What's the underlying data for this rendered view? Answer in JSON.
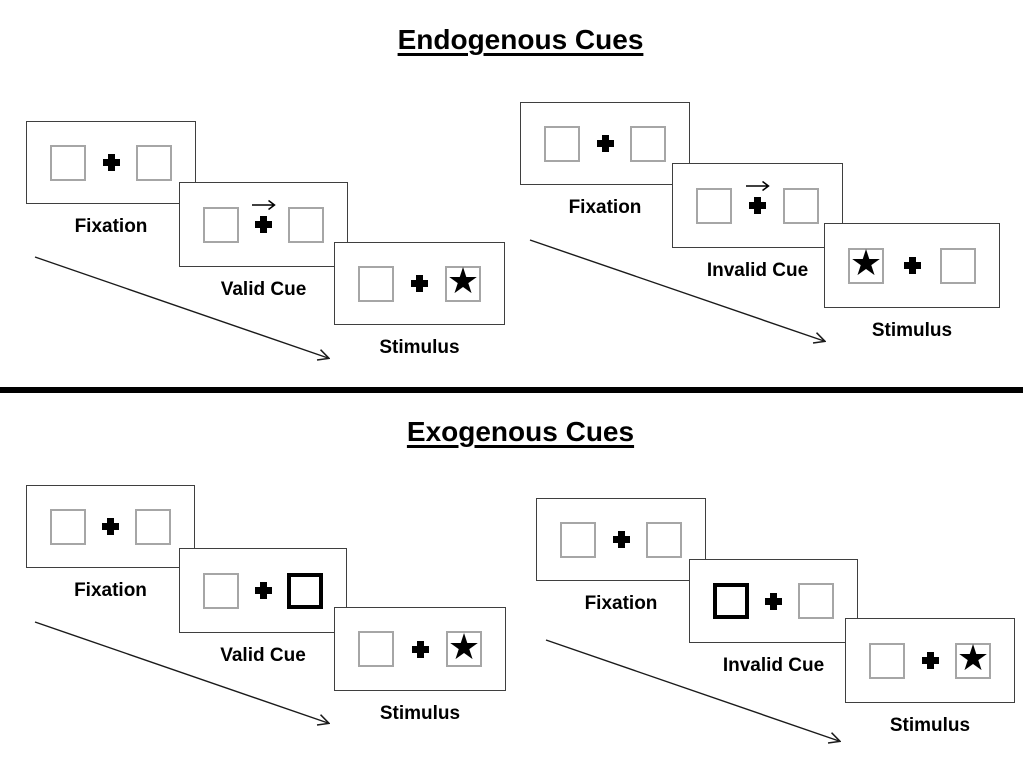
{
  "figure": {
    "description_labels": {
      "fixation": "Fixation",
      "valid_cue": "Valid Cue",
      "invalid_cue": "Invalid Cue",
      "stimulus": "Stimulus"
    }
  },
  "sections": [
    {
      "id": "endogenous",
      "title": "Endogenous Cues",
      "trials": [
        {
          "id": "valid-trial",
          "steps": [
            {
              "label": "Fixation",
              "type": "fixation"
            },
            {
              "label": "Valid Cue",
              "type": "central-arrow-cue",
              "cue_direction": "right"
            },
            {
              "label": "Stimulus",
              "type": "stimulus",
              "target_side": "right"
            }
          ]
        },
        {
          "id": "invalid-trial",
          "steps": [
            {
              "label": "Fixation",
              "type": "fixation"
            },
            {
              "label": "Invalid Cue",
              "type": "central-arrow-cue",
              "cue_direction": "right"
            },
            {
              "label": "Stimulus",
              "type": "stimulus",
              "target_side": "left"
            }
          ]
        }
      ]
    },
    {
      "id": "exogenous",
      "title": "Exogenous Cues",
      "trials": [
        {
          "id": "valid-trial",
          "steps": [
            {
              "label": "Fixation",
              "type": "fixation"
            },
            {
              "label": "Valid Cue",
              "type": "peripheral-box-cue",
              "highlighted_box": "right"
            },
            {
              "label": "Stimulus",
              "type": "stimulus",
              "target_side": "right"
            }
          ]
        },
        {
          "id": "invalid-trial",
          "steps": [
            {
              "label": "Fixation",
              "type": "fixation"
            },
            {
              "label": "Invalid Cue",
              "type": "peripheral-box-cue",
              "highlighted_box": "left"
            },
            {
              "label": "Stimulus",
              "type": "stimulus",
              "target_side": "right"
            }
          ]
        }
      ]
    }
  ],
  "icons": {
    "star_glyph": "★",
    "fixation_cross": "plus-cross",
    "cue_arrow": "right-arrow",
    "time_arrow": "diagonal-down-right-arrow"
  },
  "colors": {
    "background": "#ffffff",
    "panel_border": "#3f3f3f",
    "placeholder_box_border": "#a6a6a6",
    "cue_box_border": "#000000",
    "text": "#000000",
    "divider": "#000000"
  }
}
